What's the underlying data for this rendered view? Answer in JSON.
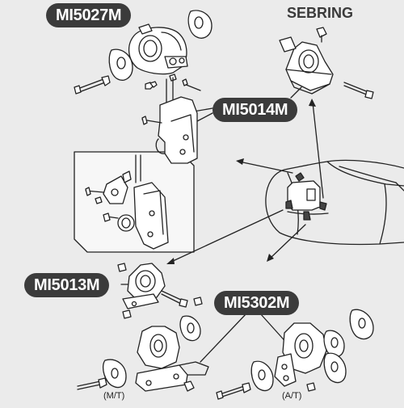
{
  "diagram": {
    "model_name": "SEBRING",
    "part_callouts": [
      {
        "key": "mi5027m",
        "label": "MI5027M"
      },
      {
        "key": "mi5014m",
        "label": "MI5014M"
      },
      {
        "key": "mi5013m",
        "label": "MI5013M"
      },
      {
        "key": "mi5302m",
        "label": "MI5302M"
      }
    ],
    "transmission_variants": {
      "manual": "(M/T)",
      "automatic": "(A/T)"
    },
    "colors": {
      "background": "#ebebeb",
      "callout_fill": "#3b3b3b",
      "callout_text": "#ffffff",
      "line_art": "#222222",
      "detail_box": "#f7f7f7"
    }
  }
}
